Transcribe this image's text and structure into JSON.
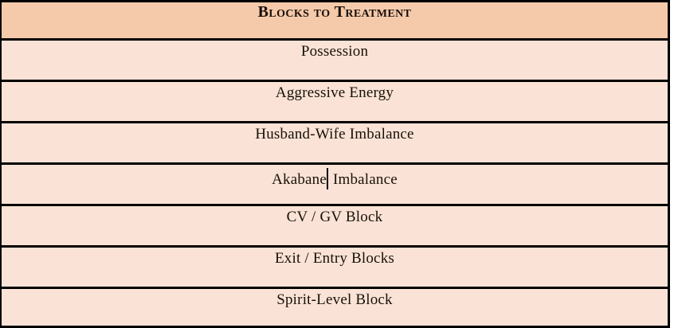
{
  "document": {
    "type": "table",
    "page_background": "#ffffff"
  },
  "table": {
    "title": "Blocks to Treatment",
    "header": {
      "label": "Blocks to Treatment",
      "background_color": "#f5caab",
      "text_color": "#1a1008"
    },
    "body": {
      "background_color": "#fae3d6",
      "text_color": "#181008",
      "border_color": "#000000"
    },
    "column_count": 1,
    "row_count": 7,
    "rows": [
      {
        "label": "Possession",
        "has_caret": false,
        "caret_after": ""
      },
      {
        "label": "Aggressive Energy",
        "has_caret": false,
        "caret_after": ""
      },
      {
        "label": "Husband-Wife Imbalance",
        "has_caret": false,
        "caret_after": ""
      },
      {
        "label": "Akabane Imbalance",
        "has_caret": true,
        "caret_after": "Akabane",
        "caret_before": " Imbalance"
      },
      {
        "label": "CV / GV Block",
        "has_caret": false,
        "caret_after": ""
      },
      {
        "label": "Exit / Entry Blocks",
        "has_caret": false,
        "caret_after": ""
      },
      {
        "label": "Spirit-Level Block",
        "has_caret": false,
        "caret_after": ""
      }
    ]
  }
}
